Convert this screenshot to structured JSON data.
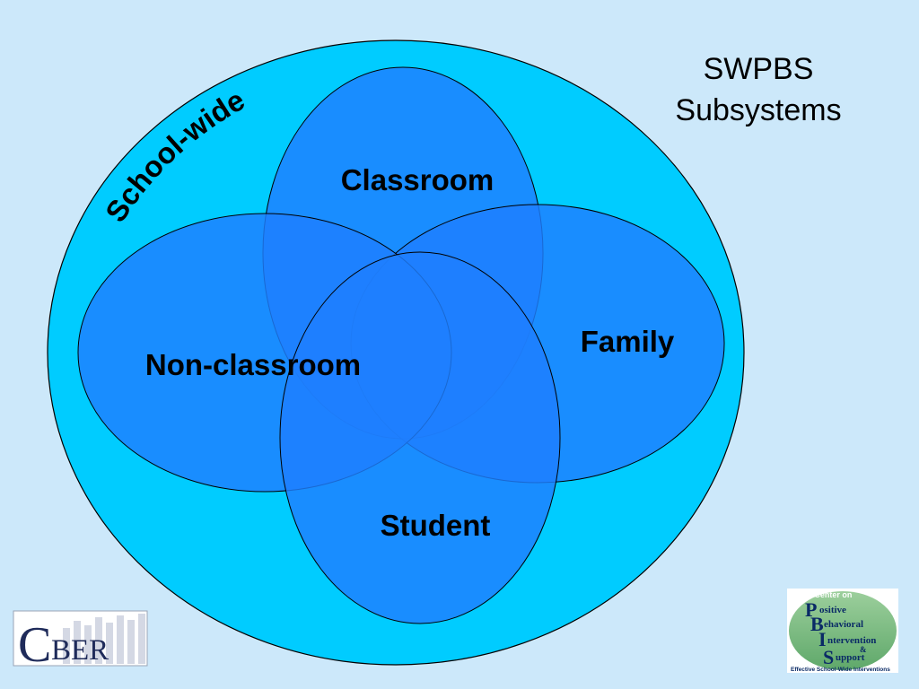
{
  "title": {
    "line1": "SWPBS",
    "line2": "Subsystems"
  },
  "outer_label": "School-wide",
  "subsystems": {
    "classroom": "Classroom",
    "non_classroom": "Non-classroom",
    "family": "Family",
    "student": "Student"
  },
  "logos": {
    "cber": {
      "initial": "C",
      "rest": "BER"
    },
    "pbis": {
      "header": "OSEP Center on",
      "p_letter": "P",
      "p_word": "ositive",
      "b_letter": "B",
      "b_word": "ehavioral",
      "i_letter": "I",
      "i_word": "ntervention",
      "amp": "&",
      "s_letter": "S",
      "s_word": "upport",
      "footer": "Effective School-Wide Interventions"
    }
  },
  "colors": {
    "background": "#cce8fa",
    "outer_circle": "#00ccff",
    "inner_ellipse": "#1f7fff",
    "outline": "#000000",
    "text": "#000000"
  }
}
